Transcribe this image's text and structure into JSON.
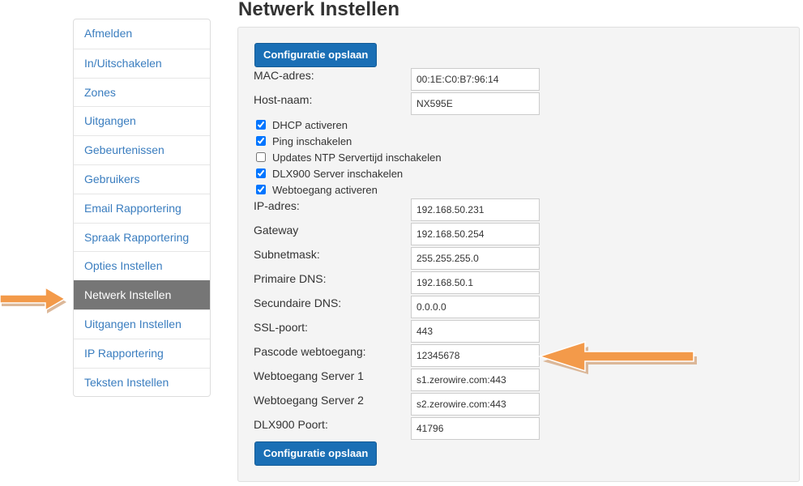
{
  "page": {
    "title": "Netwerk Instellen"
  },
  "sidebar": {
    "items": [
      {
        "label": "Afmelden",
        "active": false
      },
      {
        "label": "In/Uitschakelen",
        "active": false
      },
      {
        "label": "Zones",
        "active": false
      },
      {
        "label": "Uitgangen",
        "active": false
      },
      {
        "label": "Gebeurtenissen",
        "active": false
      },
      {
        "label": "Gebruikers",
        "active": false
      },
      {
        "label": "Email Rapportering",
        "active": false
      },
      {
        "label": "Spraak Rapportering",
        "active": false
      },
      {
        "label": "Opties Instellen",
        "active": false
      },
      {
        "label": "Netwerk Instellen",
        "active": true
      },
      {
        "label": "Uitgangen Instellen",
        "active": false
      },
      {
        "label": "IP Rapportering",
        "active": false
      },
      {
        "label": "Teksten Instellen",
        "active": false
      }
    ]
  },
  "form": {
    "save_label": "Configuratie opslaan",
    "mac": {
      "label": "MAC-adres:",
      "value": "00:1E:C0:B7:96:14"
    },
    "host": {
      "label": "Host-naam:",
      "value": "NX595E"
    },
    "checks": {
      "dhcp": {
        "label": "DHCP activeren",
        "checked": true
      },
      "ping": {
        "label": "Ping inschakelen",
        "checked": true
      },
      "ntp": {
        "label": "Updates NTP Servertijd inschakelen",
        "checked": false
      },
      "dlx": {
        "label": "DLX900 Server inschakelen",
        "checked": true
      },
      "web": {
        "label": "Webtoegang activeren",
        "checked": true
      }
    },
    "ip": {
      "label": "IP-adres:",
      "value": "192.168.50.231"
    },
    "gateway": {
      "label": "Gateway",
      "value": "192.168.50.254"
    },
    "subnet": {
      "label": "Subnetmask:",
      "value": "255.255.255.0"
    },
    "dns1": {
      "label": "Primaire DNS:",
      "value": "192.168.50.1"
    },
    "dns2": {
      "label": "Secundaire DNS:",
      "value": "0.0.0.0"
    },
    "ssl": {
      "label": "SSL-poort:",
      "value": "443"
    },
    "pascode": {
      "label": "Pascode webtoegang:",
      "value": "12345678"
    },
    "server1": {
      "label": "Webtoegang Server 1",
      "value": "s1.zerowire.com:443"
    },
    "server2": {
      "label": "Webtoegang Server 2",
      "value": "s2.zerowire.com:443"
    },
    "dlxport": {
      "label": "DLX900 Poort:",
      "value": "41796"
    }
  },
  "colors": {
    "accent": "#1a6fb5",
    "link": "#3a7dbf",
    "active_item": "#767676",
    "arrow": "#f39a4a"
  },
  "icons": [
    "right-arrow-icon",
    "left-arrow-icon"
  ]
}
